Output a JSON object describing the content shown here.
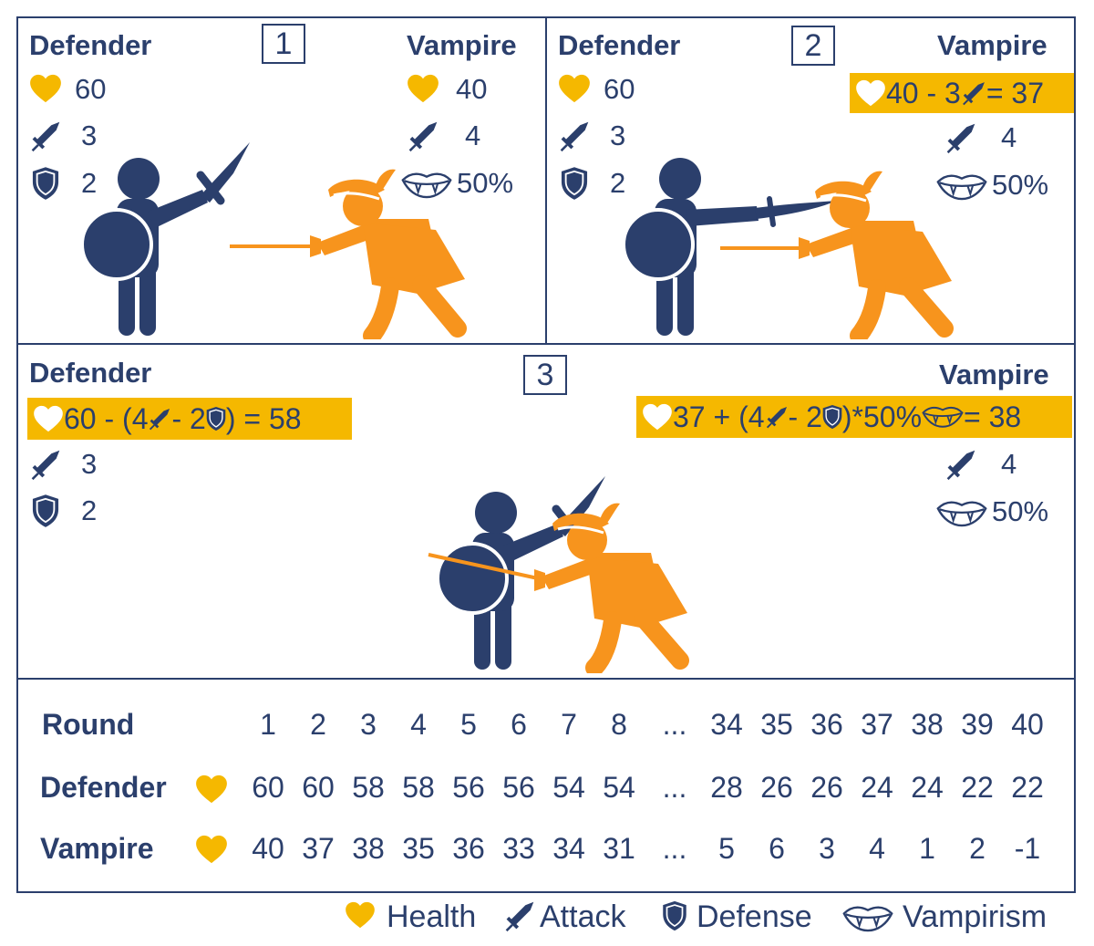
{
  "colors": {
    "navy": "#2b3f6c",
    "orange": "#f7941d",
    "gold": "#f5b800",
    "white": "#ffffff"
  },
  "icons": {
    "health": "heart-icon",
    "attack": "sword-icon",
    "defense": "shield-icon",
    "vampirism": "fangs-icon"
  },
  "panels": [
    {
      "number": "1",
      "defender": {
        "name": "Defender",
        "health": "60",
        "attack": "3",
        "defense": "2"
      },
      "vampire": {
        "name": "Vampire",
        "health": "40",
        "attack": "4",
        "vampirism": "50%"
      }
    },
    {
      "number": "2",
      "defender": {
        "name": "Defender",
        "health": "60",
        "attack": "3",
        "defense": "2"
      },
      "vampire": {
        "name": "Vampire",
        "health_a": "40 - 3",
        "health_b": "= 37",
        "attack": "4",
        "vampirism": "50%"
      }
    },
    {
      "number": "3",
      "defender": {
        "name": "Defender",
        "health_a": "60 - (4",
        "health_b": "- 2",
        "health_c": ") = 58",
        "attack": "3",
        "defense": "2"
      },
      "vampire": {
        "name": "Vampire",
        "health_a": "37 + (4",
        "health_b": "- 2",
        "health_c": ")*50%",
        "health_d": "= 38",
        "attack": "4",
        "vampirism": "50%"
      }
    }
  ],
  "table": {
    "row_labels": [
      "Round",
      "Defender",
      "Vampire"
    ],
    "rounds": [
      "1",
      "2",
      "3",
      "4",
      "5",
      "6",
      "7",
      "8",
      "...",
      "34",
      "35",
      "36",
      "37",
      "38",
      "39",
      "40"
    ],
    "defender": [
      "60",
      "60",
      "58",
      "58",
      "56",
      "56",
      "54",
      "54",
      "...",
      "28",
      "26",
      "26",
      "24",
      "24",
      "22",
      "22"
    ],
    "vampire": [
      "40",
      "37",
      "38",
      "35",
      "36",
      "33",
      "34",
      "31",
      "...",
      "5",
      "6",
      "3",
      "4",
      "1",
      "2",
      "-1"
    ]
  },
  "legend": {
    "health": "Health",
    "attack": "Attack",
    "defense": "Defense",
    "vampirism": "Vampirism"
  }
}
